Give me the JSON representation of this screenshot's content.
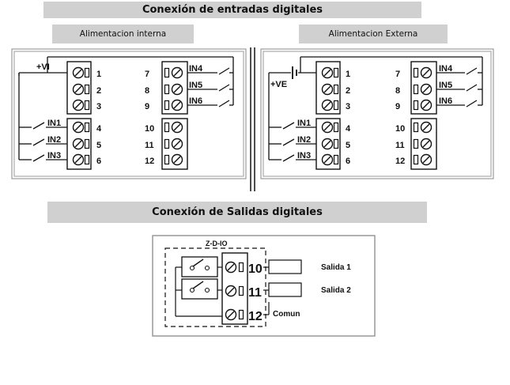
{
  "headings": {
    "inputs_title": "Conexión de entradas digitales",
    "internal_supply": "Alimentacion interna",
    "external_supply": "Alimentacion Externa",
    "outputs_title": "Conexión de Salidas digitales"
  },
  "left_panel": {
    "supply_label": "+VI",
    "terminals_left": [
      "1",
      "2",
      "3",
      "4",
      "5",
      "6"
    ],
    "terminals_right": [
      "7",
      "8",
      "9",
      "10",
      "11",
      "12"
    ],
    "inputs_left": [
      "IN1",
      "IN2",
      "IN3"
    ],
    "inputs_right": [
      "IN4",
      "IN5",
      "IN6"
    ]
  },
  "right_panel": {
    "supply_label": "+VE",
    "terminals_left": [
      "1",
      "2",
      "3",
      "4",
      "5",
      "6"
    ],
    "terminals_right": [
      "7",
      "8",
      "9",
      "10",
      "11",
      "12"
    ],
    "inputs_left": [
      "IN1",
      "IN2",
      "IN3"
    ],
    "inputs_right": [
      "IN4",
      "IN5",
      "IN6"
    ]
  },
  "outputs": {
    "module_label": "Z-D-IO",
    "terminals": [
      "10",
      "11",
      "12"
    ],
    "out1": "Salida 1",
    "out2": "Salida 2",
    "common": "Comun"
  }
}
